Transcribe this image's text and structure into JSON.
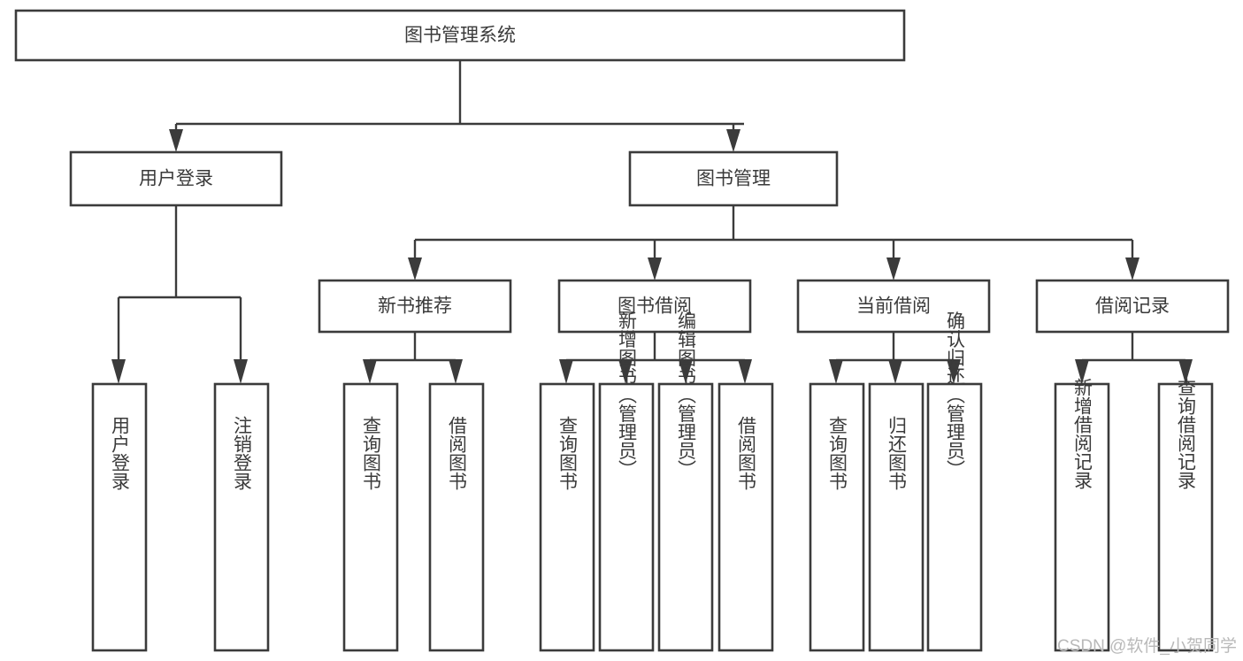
{
  "diagram": {
    "type": "tree-hierarchy-chart",
    "title_text": "图书管理系统",
    "background_color": "#ffffff",
    "box_stroke_color": "#3b3b3b",
    "text_color": "#3a3a3a",
    "levels": {
      "root": {
        "label": "图书管理系统"
      },
      "level1": [
        {
          "label": "用户登录"
        },
        {
          "label": "图书管理"
        }
      ],
      "level2": [
        {
          "label": "新书推荐"
        },
        {
          "label": "图书借阅"
        },
        {
          "label": "当前借阅"
        },
        {
          "label": "借阅记录"
        }
      ],
      "leaves": {
        "user_login": [
          {
            "label": "用户登录"
          },
          {
            "label": "注销登录"
          }
        ],
        "new_book_recommend": [
          {
            "label": "查询图书"
          },
          {
            "label": "借阅图书"
          }
        ],
        "book_borrow": [
          {
            "label": "查询图书"
          },
          {
            "label": "新增图书（管理员）"
          },
          {
            "label": "编辑图书（管理员）"
          },
          {
            "label": "借阅图书"
          }
        ],
        "current_borrow": [
          {
            "label": "查询图书"
          },
          {
            "label": "归还图书"
          },
          {
            "label": "确认归还（管理员）"
          }
        ],
        "borrow_record": [
          {
            "label": "新增借阅记录"
          },
          {
            "label": "查询借阅记录"
          }
        ]
      }
    }
  },
  "watermark": {
    "text": "CSDN @软件_小贺同学",
    "color": "#b9b9b9"
  }
}
